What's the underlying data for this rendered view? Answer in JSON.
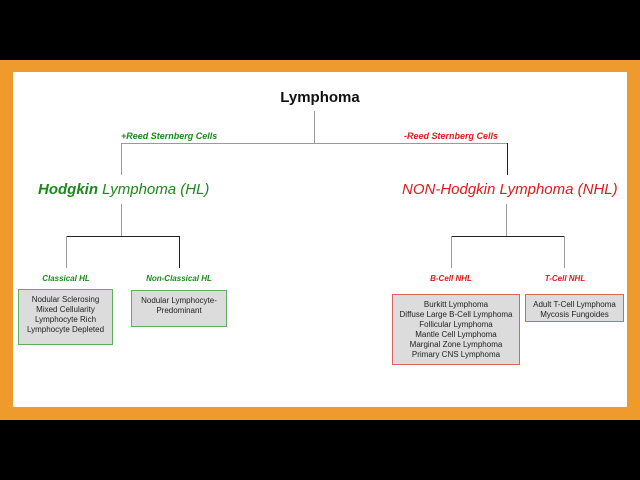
{
  "root": {
    "title": "Lymphoma"
  },
  "branches": {
    "left_label": "+Reed Sternberg Cells",
    "right_label": "-Reed Sternberg Cells"
  },
  "hodgkin": {
    "title_bold": "Hodgkin",
    "title_rest": " Lymphoma (HL)",
    "color": "#1a8a1a",
    "subtypes": [
      {
        "label": "Classical HL",
        "items": [
          "Nodular Sclerosing",
          "Mixed Cellularity",
          "Lymphocyte Rich",
          "Lymphocyte Depleted"
        ]
      },
      {
        "label": "Non-Classical HL",
        "items": [
          "Nodular Lymphocyte-",
          "Predominant"
        ]
      }
    ]
  },
  "non_hodgkin": {
    "title": "NON-Hodgkin Lymphoma (NHL)",
    "color": "#e01b1b",
    "subtypes": [
      {
        "label": "B-Cell NHL",
        "items": [
          "Burkitt Lymphoma",
          "Diffuse Large B-Cell Lymphoma",
          "Follicular Lymphoma",
          "Mantle Cell Lymphoma",
          "Marginal Zone Lymphoma",
          "Primary CNS Lymphoma"
        ]
      },
      {
        "label": "T-Cell NHL",
        "items": [
          "Adult T-Cell Lymphoma",
          "Mycosis Fungoides"
        ]
      }
    ]
  },
  "colors": {
    "frame": "#ee9a2c",
    "box_fill": "#dcdcdc",
    "green_border": "#5fae5f",
    "red_border": "#d9665a"
  }
}
